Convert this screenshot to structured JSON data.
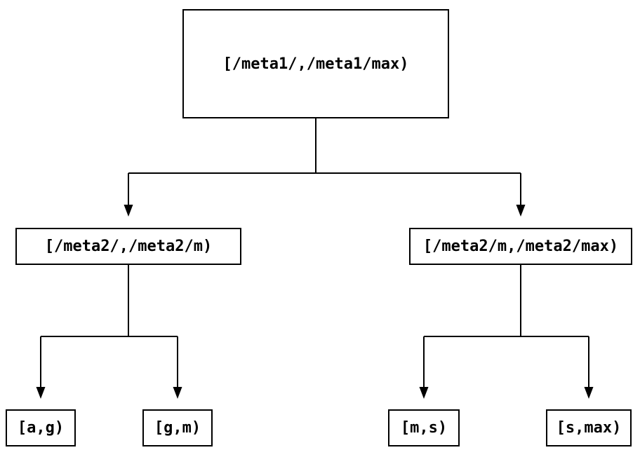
{
  "diagram": {
    "type": "tree",
    "colors": {
      "background": "#ffffff",
      "line": "#000000",
      "text": "#000000",
      "node_fill": "#ffffff"
    },
    "nodes": [
      {
        "id": "root",
        "label": "[/meta1/,/meta1/max)"
      },
      {
        "id": "range-left",
        "label": "[/meta2/,/meta2/m)"
      },
      {
        "id": "range-right",
        "label": "[/meta2/m,/meta2/max)"
      },
      {
        "id": "leaf-ag",
        "label": "[a,g)"
      },
      {
        "id": "leaf-gm",
        "label": "[g,m)"
      },
      {
        "id": "leaf-ms",
        "label": "[m,s)"
      },
      {
        "id": "leaf-smax",
        "label": "[s,max)"
      }
    ],
    "edges": [
      {
        "from": "root",
        "to": "range-left",
        "arrow": "down"
      },
      {
        "from": "root",
        "to": "range-right",
        "arrow": "down"
      },
      {
        "from": "range-left",
        "to": "leaf-ag",
        "arrow": "down"
      },
      {
        "from": "range-left",
        "to": "leaf-gm",
        "arrow": "down"
      },
      {
        "from": "range-right",
        "to": "leaf-ms",
        "arrow": "down"
      },
      {
        "from": "range-right",
        "to": "leaf-smax",
        "arrow": "down"
      }
    ]
  }
}
